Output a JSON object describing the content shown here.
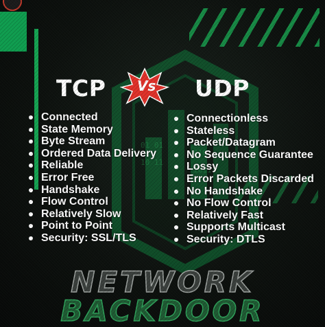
{
  "colors": {
    "accent_green": "#15a352",
    "vs_red": "#e0322a",
    "background": "#0c0f0d",
    "text": "#ffffff"
  },
  "tcp": {
    "title": "TCP",
    "items": [
      "Connected",
      "State Memory",
      "Byte Stream",
      "Ordered Data Delivery",
      "Reliable",
      "Error Free",
      "Handshake",
      "Flow Control",
      "Relatively Slow",
      "Point to Point",
      "Security: SSL/TLS"
    ]
  },
  "vs": {
    "label": "Vs"
  },
  "udp": {
    "title": "UDP",
    "items": [
      "Connectionless",
      "Stateless",
      "Packet/Datagram",
      "No Sequence Guarantee",
      "Lossy",
      "Error Packets Discarded",
      "No Handshake",
      "No Flow Control",
      "Relatively Fast",
      "Supports Multicast",
      "Security: DTLS"
    ]
  },
  "brand": {
    "line1": "NETWORK",
    "line2": "BACKDOOR"
  }
}
